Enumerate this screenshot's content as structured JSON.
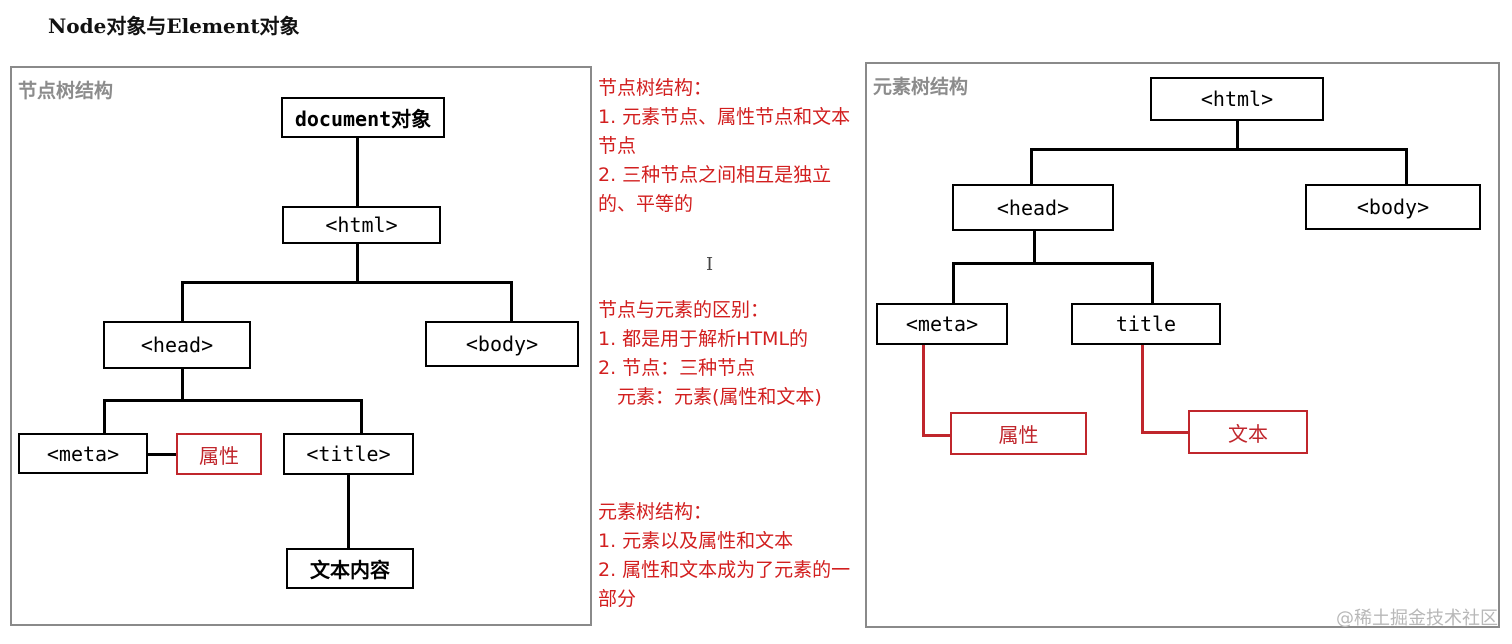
{
  "title": "Node对象与Element对象",
  "left_panel": {
    "label": "节点树结构",
    "nodes": {
      "document": "document对象",
      "html": "<html>",
      "head": "<head>",
      "body": "<body>",
      "meta": "<meta>",
      "attr": "属性",
      "title": "<title>",
      "text": "文本内容"
    }
  },
  "notes": {
    "section1": {
      "heading": "节点树结构：",
      "items": [
        "1. 元素节点、属性节点和文本节点",
        "2. 三种节点之间相互是独立的、平等的"
      ]
    },
    "section2": {
      "heading": "节点与元素的区别：",
      "items": [
        "1. 都是用于解析HTML的",
        "2. 节点：三种节点",
        "　元素：元素(属性和文本)"
      ]
    },
    "section3": {
      "heading": "元素树结构：",
      "items": [
        "1. 元素以及属性和文本",
        "2. 属性和文本成为了元素的一部分"
      ]
    }
  },
  "right_panel": {
    "label": "元素树结构",
    "nodes": {
      "html": "<html>",
      "head": "<head>",
      "body": "<body>",
      "meta": "<meta>",
      "title": "title",
      "attr": "属性",
      "text": "文本"
    }
  },
  "cursor_glyph": "I",
  "watermark": "@稀土掘金技术社区",
  "colors": {
    "accent_red": "#c0262c",
    "note_red": "#d21f1f",
    "panel_border": "#8a8a8a"
  }
}
